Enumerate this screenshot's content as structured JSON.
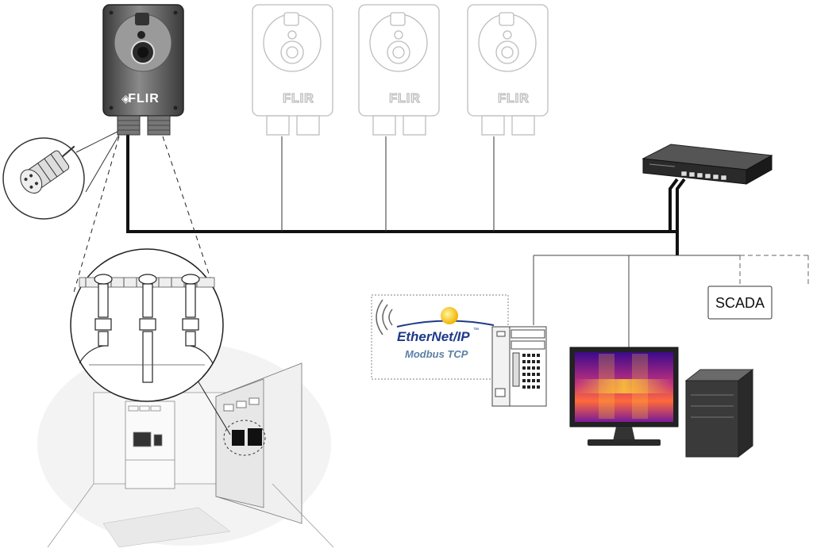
{
  "brand": {
    "camera_logo": "FLIR"
  },
  "protocols": {
    "ethernet_ip": "EtherNet/IP",
    "trademark": "™",
    "modbus_tcp": "Modbus TCP"
  },
  "scada": {
    "label": "SCADA"
  },
  "colors": {
    "network_line": "#111111",
    "camera_active": "#5a5a5a",
    "camera_ghost": "#bdbdbd",
    "ethernet_blue": "#1e3a8a",
    "modbus_blue": "#5b7fa6",
    "thermal_hot": "#ffcc33",
    "thermal_mid": "#e0407a",
    "thermal_cold": "#3b0a8a"
  },
  "icons": [
    "camera-icon",
    "network-switch-icon",
    "connector-icon",
    "plc-icon",
    "monitor-icon",
    "pc-tower-icon",
    "switchgear-icon",
    "wireless-signal-icon"
  ]
}
